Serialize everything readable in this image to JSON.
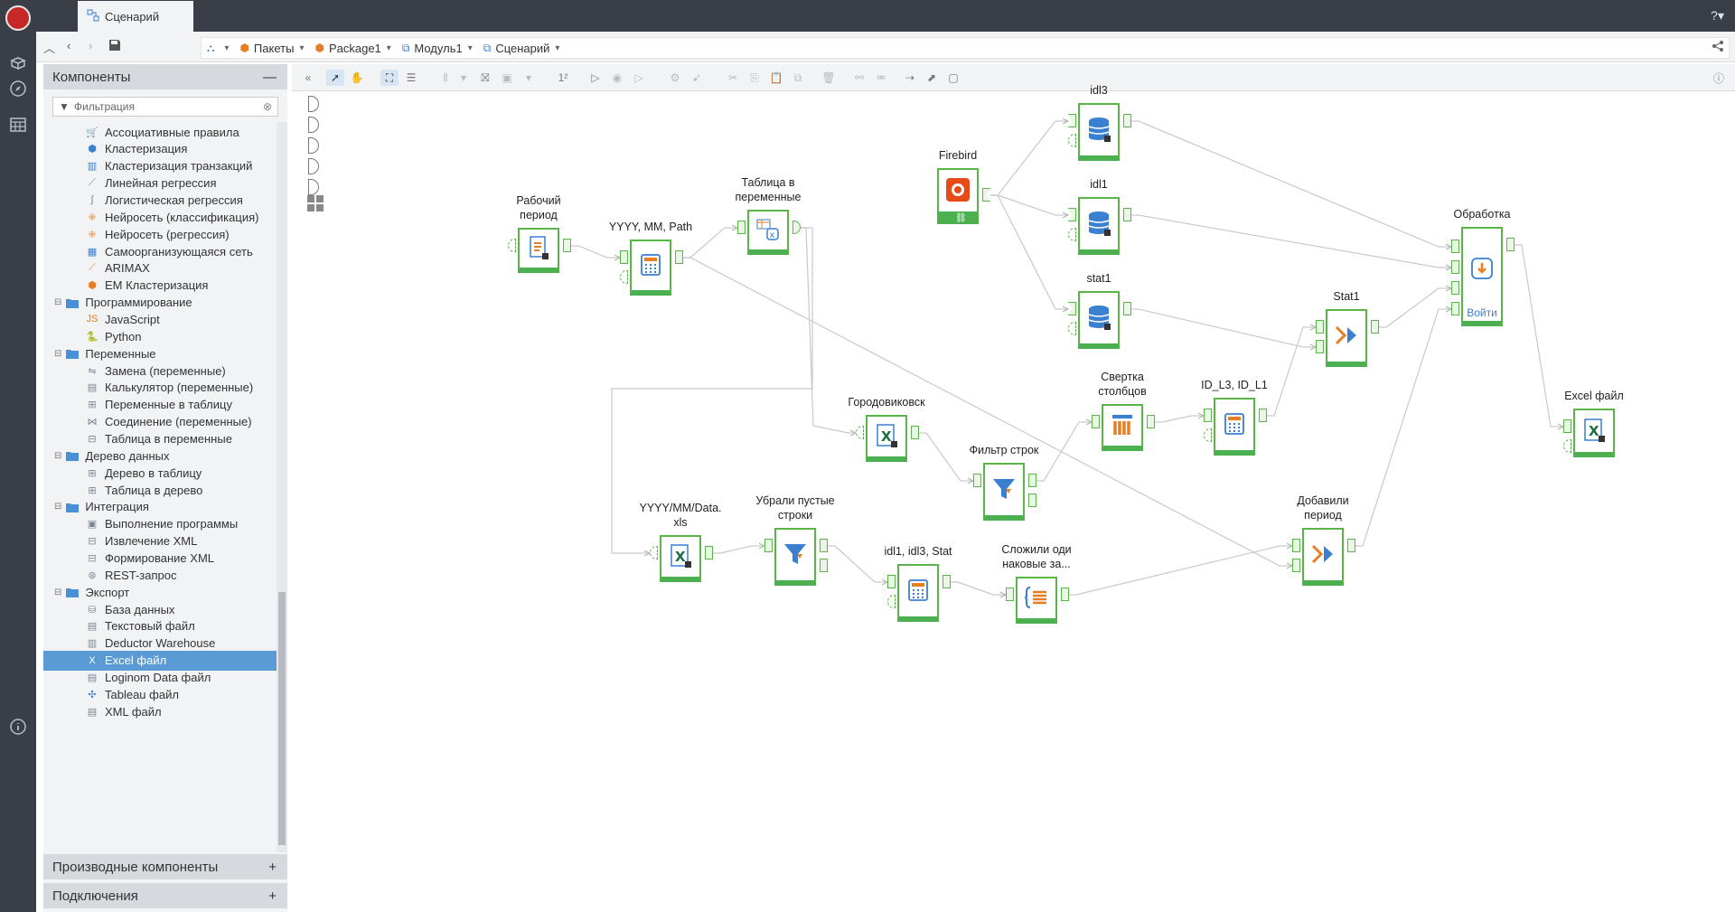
{
  "tab": {
    "title": "Сценарий"
  },
  "breadcrumb": [
    {
      "label": "Пакеты"
    },
    {
      "label": "Package1"
    },
    {
      "label": "Модуль1"
    },
    {
      "label": "Сценарий"
    }
  ],
  "sidebar": {
    "components_title": "Компоненты",
    "filter_placeholder": "Фильтрация",
    "derived_title": "Производные компоненты",
    "connections_title": "Подключения",
    "tree": [
      {
        "label": "Ассоциативные правила",
        "level": 2,
        "icon": "cart-icon"
      },
      {
        "label": "Кластеризация",
        "level": 2,
        "icon": "cluster-icon"
      },
      {
        "label": "Кластеризация транзакций",
        "level": 2,
        "icon": "bar-cluster-icon"
      },
      {
        "label": "Линейная регрессия",
        "level": 2,
        "icon": "linear-regression-icon"
      },
      {
        "label": "Логистическая регрессия",
        "level": 2,
        "icon": "logistic-regression-icon"
      },
      {
        "label": "Нейросеть (классификация)",
        "level": 2,
        "icon": "neural-net-icon"
      },
      {
        "label": "Нейросеть (регрессия)",
        "level": 2,
        "icon": "neural-net-icon"
      },
      {
        "label": "Самоорганизующаяся сеть",
        "level": 2,
        "icon": "som-icon"
      },
      {
        "label": "ARIMAX",
        "level": 2,
        "icon": "arimax-icon"
      },
      {
        "label": "EM Кластеризация",
        "level": 2,
        "icon": "em-cluster-icon"
      },
      {
        "label": "Программирование",
        "level": 1,
        "icon": "folder-icon"
      },
      {
        "label": "JavaScript",
        "level": 2,
        "icon": "js-icon"
      },
      {
        "label": "Python",
        "level": 2,
        "icon": "python-icon"
      },
      {
        "label": "Переменные",
        "level": 1,
        "icon": "folder-icon"
      },
      {
        "label": "Замена (переменные)",
        "level": 2,
        "icon": "replace-icon"
      },
      {
        "label": "Калькулятор (переменные)",
        "level": 2,
        "icon": "calculator-icon"
      },
      {
        "label": "Переменные в таблицу",
        "level": 2,
        "icon": "vars-to-table-icon"
      },
      {
        "label": "Соединение (переменные)",
        "level": 2,
        "icon": "join-icon"
      },
      {
        "label": "Таблица в переменные",
        "level": 2,
        "icon": "table-to-vars-icon"
      },
      {
        "label": "Дерево данных",
        "level": 1,
        "icon": "folder-icon"
      },
      {
        "label": "Дерево в таблицу",
        "level": 2,
        "icon": "tree-to-table-icon"
      },
      {
        "label": "Таблица в дерево",
        "level": 2,
        "icon": "table-to-tree-icon"
      },
      {
        "label": "Интеграция",
        "level": 1,
        "icon": "folder-icon"
      },
      {
        "label": "Выполнение программы",
        "level": 2,
        "icon": "run-program-icon"
      },
      {
        "label": "Извлечение XML",
        "level": 2,
        "icon": "xml-extract-icon"
      },
      {
        "label": "Формирование XML",
        "level": 2,
        "icon": "xml-build-icon"
      },
      {
        "label": "REST-запрос",
        "level": 2,
        "icon": "rest-icon"
      },
      {
        "label": "Экспорт",
        "level": 1,
        "icon": "folder-icon"
      },
      {
        "label": "База данных",
        "level": 2,
        "icon": "database-icon"
      },
      {
        "label": "Текстовый файл",
        "level": 2,
        "icon": "text-file-icon"
      },
      {
        "label": "Deductor Warehouse",
        "level": 2,
        "icon": "warehouse-icon"
      },
      {
        "label": "Excel файл",
        "level": 2,
        "icon": "excel-icon",
        "selected": true
      },
      {
        "label": "Loginom Data файл",
        "level": 2,
        "icon": "loginom-data-icon"
      },
      {
        "label": "Tableau файл",
        "level": 2,
        "icon": "tableau-icon"
      },
      {
        "label": "XML файл",
        "level": 2,
        "icon": "xml-file-icon"
      }
    ]
  },
  "nodes": {
    "n1": {
      "label": "Рабочий\nпериод",
      "icon": "text-file-icon"
    },
    "n2": {
      "label": "YYYY, MM, Path",
      "icon": "calculator-icon"
    },
    "n3": {
      "label": "Таблица в\nпеременные",
      "icon": "table-to-vars-icon"
    },
    "n4": {
      "label": "Firebird",
      "icon": "firebird-icon",
      "bar_icon": "link-icon"
    },
    "n5": {
      "label": "idl3",
      "icon": "database-icon"
    },
    "n6": {
      "label": "idl1",
      "icon": "database-icon"
    },
    "n7": {
      "label": "stat1",
      "icon": "database-icon"
    },
    "n8": {
      "label": "Обработка",
      "icon": "process-icon",
      "link": "Войти"
    },
    "n9": {
      "label": "Stat1",
      "icon": "join-icon"
    },
    "n10": {
      "label": "Городовиковск",
      "icon": "excel-icon"
    },
    "n11": {
      "label": "Свертка\nстолбцов",
      "icon": "columns-icon"
    },
    "n12": {
      "label": "ID_L3, ID_L1",
      "icon": "calculator-icon"
    },
    "n13": {
      "label": "Excel файл",
      "icon": "excel-icon"
    },
    "n14": {
      "label": "Фильтр строк",
      "icon": "filter-icon"
    },
    "n15": {
      "label": "YYYY/MM/Data.\nxls",
      "icon": "excel-icon"
    },
    "n16": {
      "label": "Убрали пустые\nстроки",
      "icon": "filter-icon"
    },
    "n17": {
      "label": "idl1, idl3, Stat",
      "icon": "calculator-icon"
    },
    "n18": {
      "label": "Сложили оди\nнаковые за...",
      "icon": "group-icon"
    },
    "n19": {
      "label": "Добавили\nпериод",
      "icon": "join-icon"
    }
  }
}
